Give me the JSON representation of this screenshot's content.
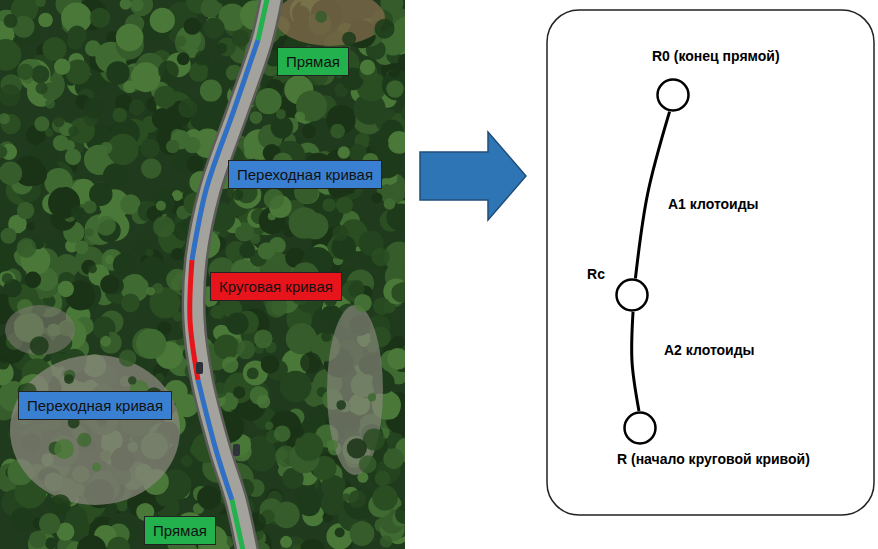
{
  "diagram": {
    "nodes": [
      {
        "text": [
          "Прямая"
        ]
      },
      {
        "text": [
          "Переходная кривая"
        ]
      },
      {
        "text": [
          "Круговая кривая"
        ]
      },
      {
        "text": [
          "Переходная кривая"
        ]
      },
      {
        "text": [
          "Прямая"
        ]
      },
      {
        "text": [
          "R0 (конец прямой)"
        ]
      },
      {
        "text": [
          "Rc"
        ]
      },
      {
        "text": [
          "R (начало круговой кривой)"
        ]
      }
    ],
    "edges": [
      {
        "from": 5,
        "to": 6,
        "arrow": "none",
        "label": "A1 клотоиды"
      },
      {
        "from": 6,
        "to": 7,
        "arrow": "none",
        "label": "A2 клотоиды"
      }
    ]
  }
}
